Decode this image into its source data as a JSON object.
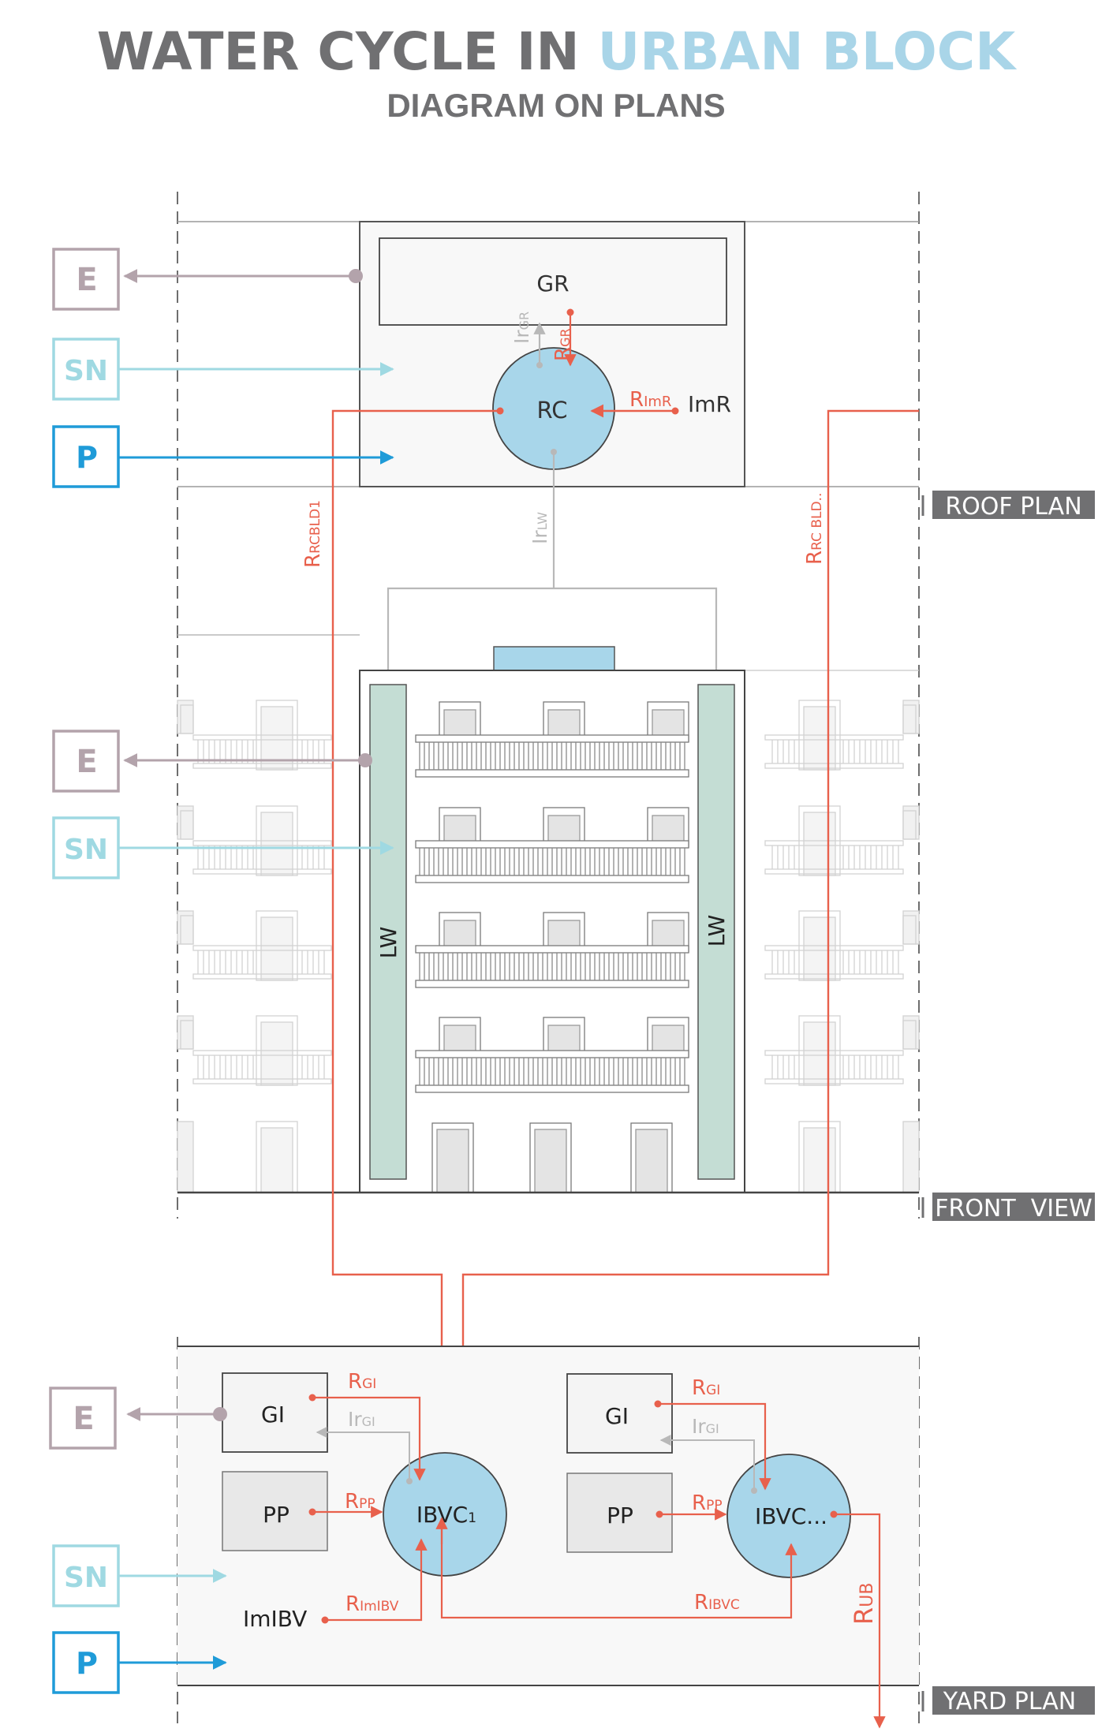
{
  "title": {
    "part1": "WATER CYCLE IN ",
    "part2": "URBAN BLOCK",
    "subtitle": "DIAGRAM ON PLANS"
  },
  "colors": {
    "gray_title": "#707072",
    "blue_title": "#a9d5e8",
    "red": "#e8604c",
    "e_box": "#b3a3ab",
    "sn_box": "#9fd9e2",
    "p_box": "#1f9bd8",
    "node_fill": "#a8d6ea",
    "lw_fill": "#c4ddd4",
    "light_gray": "#b8b8b8"
  },
  "section_labels": {
    "roof": "ROOF PLAN",
    "front": "FRONT  VIEW",
    "yard": "YARD PLAN"
  },
  "side_boxes": {
    "e": "E",
    "sn": "SN",
    "p": "P"
  },
  "roof": {
    "gr": "GR",
    "rc": "RC",
    "imr": "ImR",
    "r_imr": {
      "main": "R",
      "sub": "ImR"
    },
    "r_gr": {
      "main": "R",
      "sub": "GR"
    },
    "ir_gr": {
      "main": "Ir",
      "sub": "GR"
    },
    "ir_lw": {
      "main": "Ir",
      "sub": "LW"
    },
    "r_rcbld1": {
      "main": "R",
      "sub": "RCBLD1"
    },
    "r_rcbld": {
      "main": "R",
      "sub": "RC BLD.."
    }
  },
  "front": {
    "lw": "LW"
  },
  "yard": {
    "gi": "GI",
    "pp": "PP",
    "ibvc1": {
      "main": "IBVC",
      "sub": "1"
    },
    "ibvc2": "IBVC...",
    "imibv": "ImIBV",
    "r_gi": {
      "main": "R",
      "sub": "GI"
    },
    "ir_gi": {
      "main": "Ir",
      "sub": "GI"
    },
    "r_pp": {
      "main": "R",
      "sub": "PP"
    },
    "r_imibv": {
      "main": "R",
      "sub": "ImIBV"
    },
    "r_ibvc": {
      "main": "R",
      "sub": "IBVC"
    },
    "r_ub": {
      "main": "R",
      "sub": "UB"
    }
  }
}
